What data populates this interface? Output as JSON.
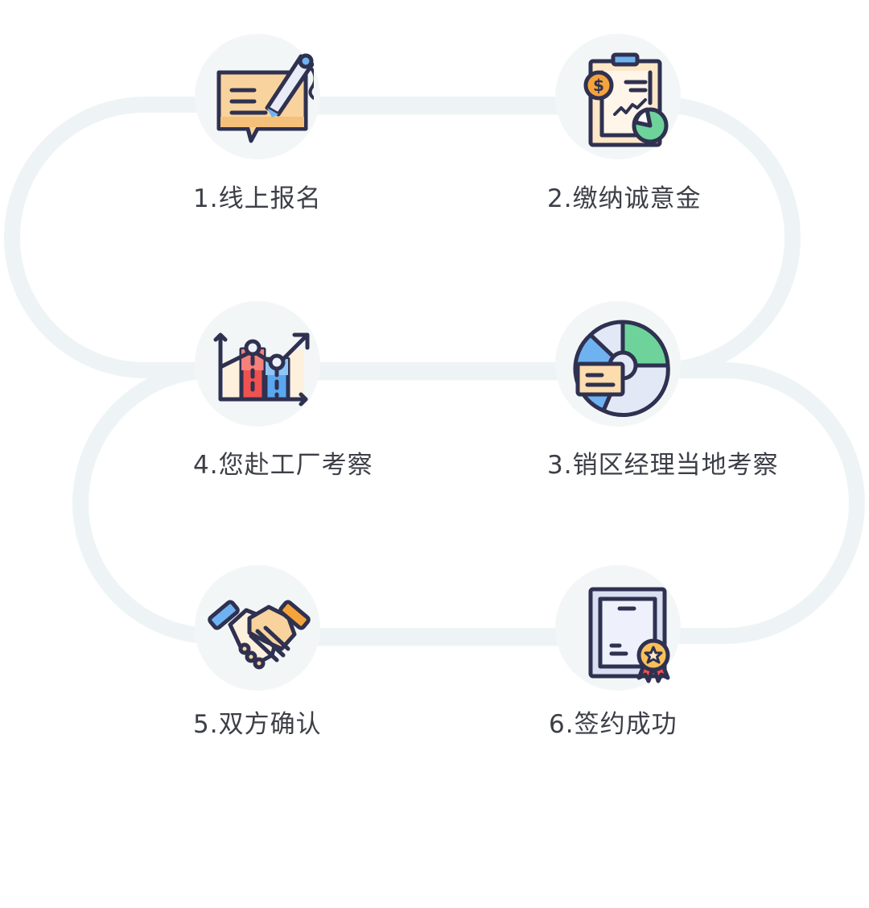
{
  "diagram": {
    "type": "serpentine-process-flow",
    "colors": {
      "track": "#eef4f5",
      "node_bg": "#f3f6f7",
      "outline": "#2f3150",
      "label_text": "#3d3f47",
      "peach": "#f8d39d",
      "blue": "#6fb2f2",
      "orange": "#f6a33b",
      "green": "#6dd39b",
      "red": "#f1524f",
      "lavender": "#e3e8f6"
    },
    "steps": [
      {
        "number": "1",
        "label": "1.线上报名",
        "icon": "message-pen-icon"
      },
      {
        "number": "2",
        "label": "2.缴纳诚意金",
        "icon": "clipboard-finance-icon"
      },
      {
        "number": "3",
        "label": "3.销区经理当地考察",
        "icon": "pie-chart-report-icon"
      },
      {
        "number": "4",
        "label": "4.您赴工厂考察",
        "icon": "bar-chart-growth-icon"
      },
      {
        "number": "5",
        "label": "5.双方确认",
        "icon": "handshake-icon"
      },
      {
        "number": "6",
        "label": "6.签约成功",
        "icon": "certificate-award-icon"
      }
    ]
  }
}
